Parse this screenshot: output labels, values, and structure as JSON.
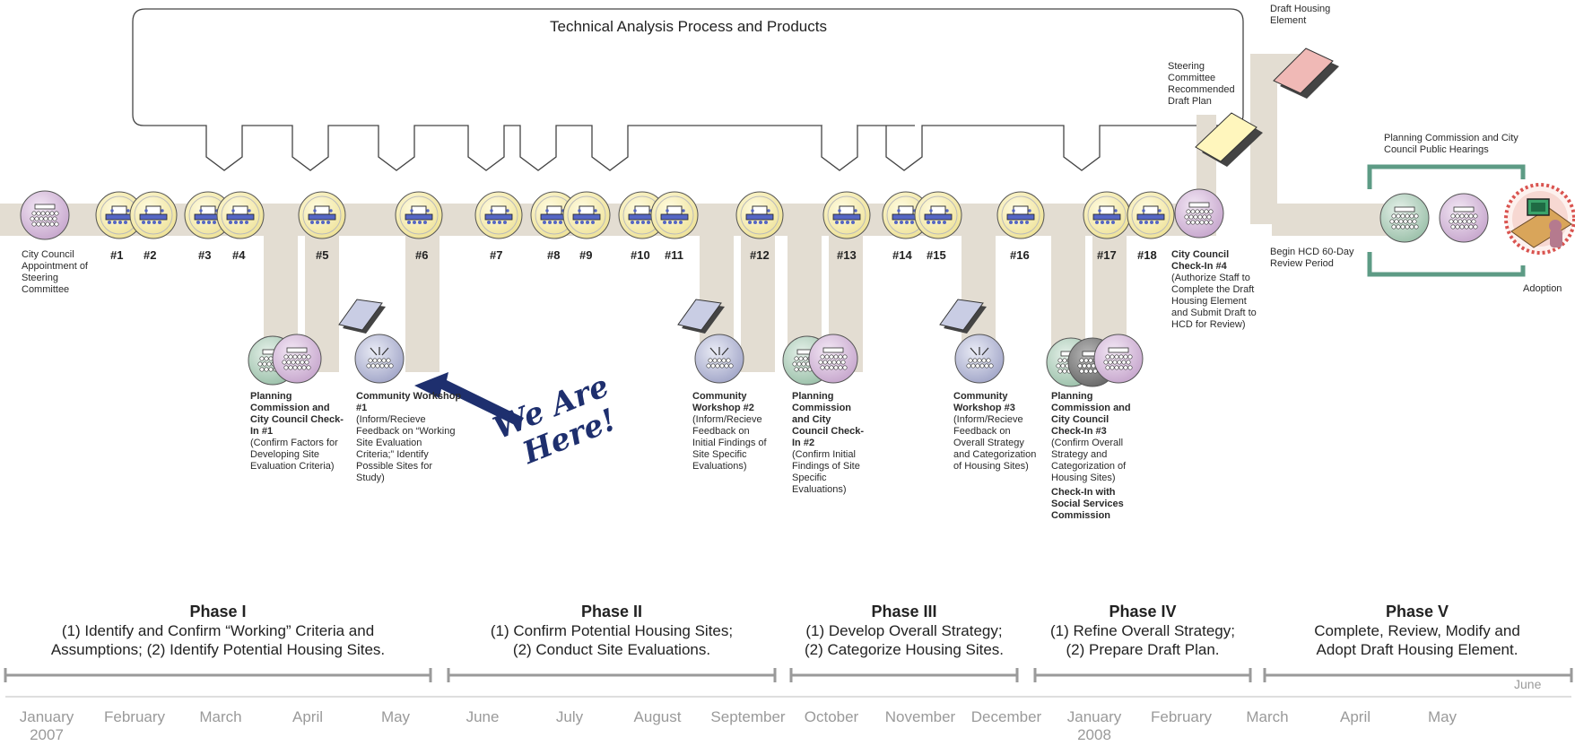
{
  "title": "Technical Analysis Process and Products",
  "products": {
    "draft_housing": "Draft Housing Element",
    "steering_draft": "Steering Committee Recommended Draft Plan",
    "public_hearings": "Planning Commission and City Council Public Hearings",
    "hcd_review": "Begin HCD 60-Day Review Period",
    "adoption": "Adoption"
  },
  "city_council_appointment": "City Council Appointment of Steering Committee",
  "meetings": [
    "#1",
    "#2",
    "#3",
    "#4",
    "#5",
    "#6",
    "#7",
    "#8",
    "#9",
    "#10",
    "#11",
    "#12",
    "#13",
    "#14",
    "#15",
    "#16",
    "#17",
    "#18"
  ],
  "checkin1": {
    "title": "Planning Commission and City Council Check-In #1",
    "desc": "(Confirm Factors for Developing Site Evaluation Criteria)"
  },
  "workshop1": {
    "title": "Community Workshop #1",
    "desc": "(Inform/Recieve Feedback on “Working Site Evaluation Criteria;” Identify Possible Sites for Study)"
  },
  "workshop2": {
    "title": "Community Workshop #2",
    "desc": "(Inform/Recieve Feedback on Initial Findings of Site Specific Evaluations)"
  },
  "checkin2": {
    "title": "Planning Commission and City Council Check-In #2",
    "desc": "(Confirm Initial Findings of Site Specific Evaluations)"
  },
  "workshop3": {
    "title": "Community Workshop #3",
    "desc": "(Inform/Recieve Feedback on Overall Strategy and Categorization of Housing Sites)"
  },
  "checkin3": {
    "title": "Planning Commission and City Council Check-In #3",
    "desc": "(Confirm Overall Strategy and Categorization of Housing Sites)",
    "extra": "Check-In with Social Services Commission"
  },
  "checkin4": {
    "title": "City Council Check-In #4",
    "desc": "(Authorize Staff to Complete the Draft Housing Element and Submit Draft to HCD for Review)"
  },
  "we_are_here": {
    "line1": "We Are",
    "line2": "Here!"
  },
  "phases": [
    {
      "title": "Phase I",
      "l1": "(1) Identify and Confirm “Working” Criteria and",
      "l2": "Assumptions; (2) Identify Potential Housing Sites."
    },
    {
      "title": "Phase II",
      "l1": "(1) Confirm Potential Housing Sites;",
      "l2": "(2) Conduct Site Evaluations."
    },
    {
      "title": "Phase III",
      "l1": "(1) Develop Overall Strategy;",
      "l2": "(2) Categorize Housing Sites."
    },
    {
      "title": "Phase IV",
      "l1": "(1) Refine Overall Strategy;",
      "l2": "(2) Prepare Draft Plan."
    },
    {
      "title": "Phase V",
      "l1": "Complete, Review, Modify and",
      "l2": "Adopt Draft Housing Element."
    }
  ],
  "months": [
    "January",
    "February",
    "March",
    "April",
    "May",
    "June",
    "July",
    "August",
    "September",
    "October",
    "November",
    "December",
    "January",
    "February",
    "March",
    "April",
    "May"
  ],
  "years": [
    "2007",
    "2008"
  ],
  "june_end": "June",
  "colors": {
    "band": "#e3ddd2",
    "meeting": "#fbf5c3",
    "council": "#e4d2e6",
    "commission": "#cfe0d6",
    "workshop": "#cfd2e4",
    "green_bracket": "#5d9b85",
    "navy": "#1e2f6e"
  }
}
